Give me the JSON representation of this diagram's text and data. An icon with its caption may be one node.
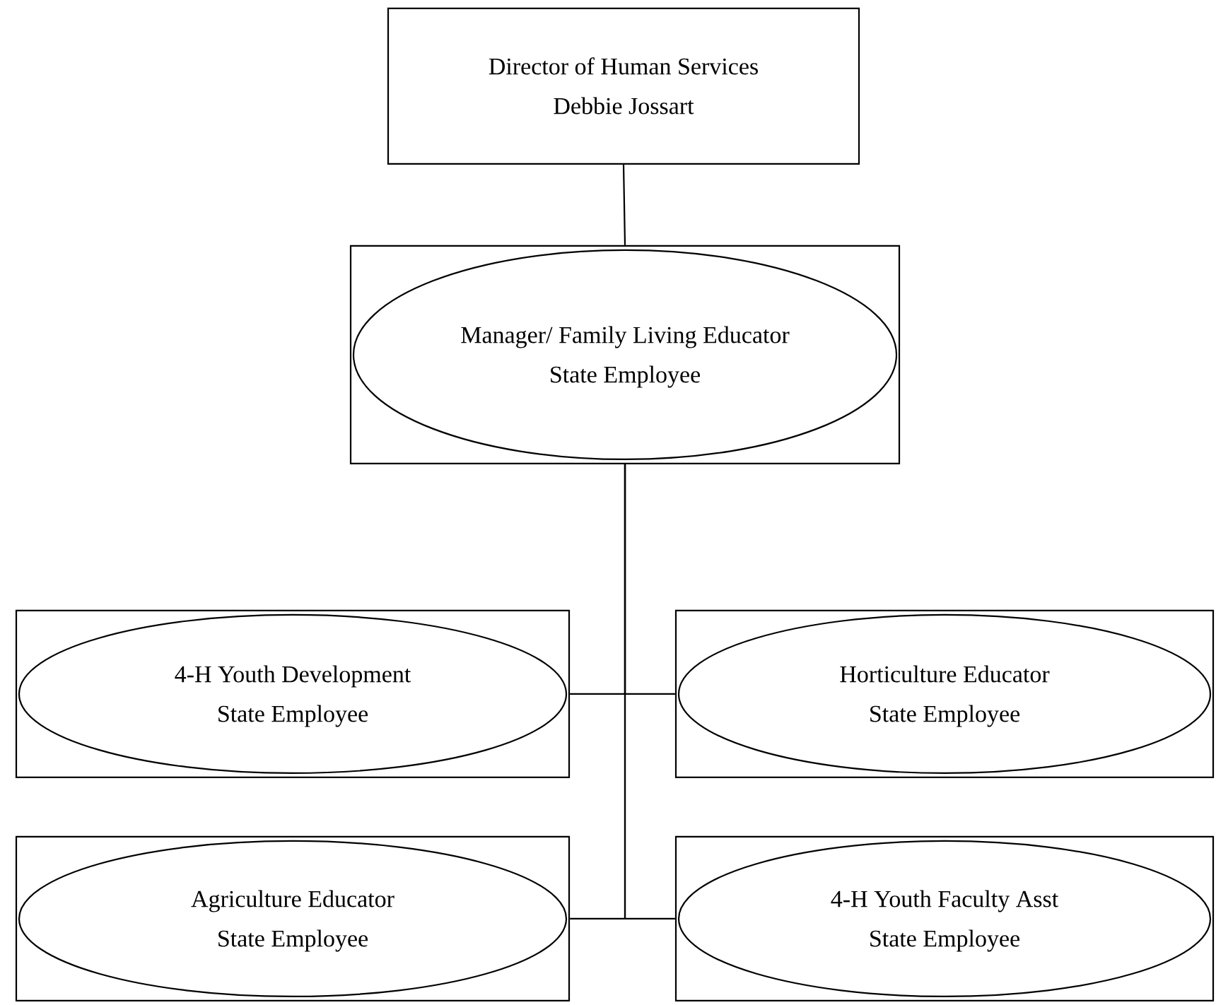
{
  "diagram": {
    "nodes": [
      {
        "text": [
          "Director of  Human Services",
          "Debbie Jossart"
        ]
      },
      {
        "text": [],
        "shape": "box"
      },
      {
        "text": [
          "Manager/ Family Living Educator",
          "State Employee"
        ],
        "in": 1
      },
      {
        "text": [],
        "shape": "box"
      },
      {
        "text": [
          "4-H Youth Development",
          "State Employee"
        ],
        "in": 3
      },
      {
        "text": [],
        "shape": "box"
      },
      {
        "text": [
          "Horticulture Educator",
          "State Employee"
        ],
        "in": 5
      },
      {
        "text": [],
        "shape": "box"
      },
      {
        "text": [
          "Agriculture Educator",
          "State Employee"
        ],
        "in": 7
      },
      {
        "text": [],
        "shape": "box"
      },
      {
        "text": [
          "4-H Youth Faculty Asst",
          "State Employee"
        ],
        "in": 9
      }
    ],
    "edges": [
      {
        "from": 0,
        "to": 1,
        "arrow": "none"
      },
      {
        "from": 1,
        "to": 3,
        "arrow": "none"
      },
      {
        "from": 1,
        "to": 5,
        "arrow": "none"
      },
      {
        "from": 1,
        "to": 7,
        "arrow": "none"
      },
      {
        "from": 1,
        "to": 9,
        "arrow": "none"
      }
    ]
  }
}
